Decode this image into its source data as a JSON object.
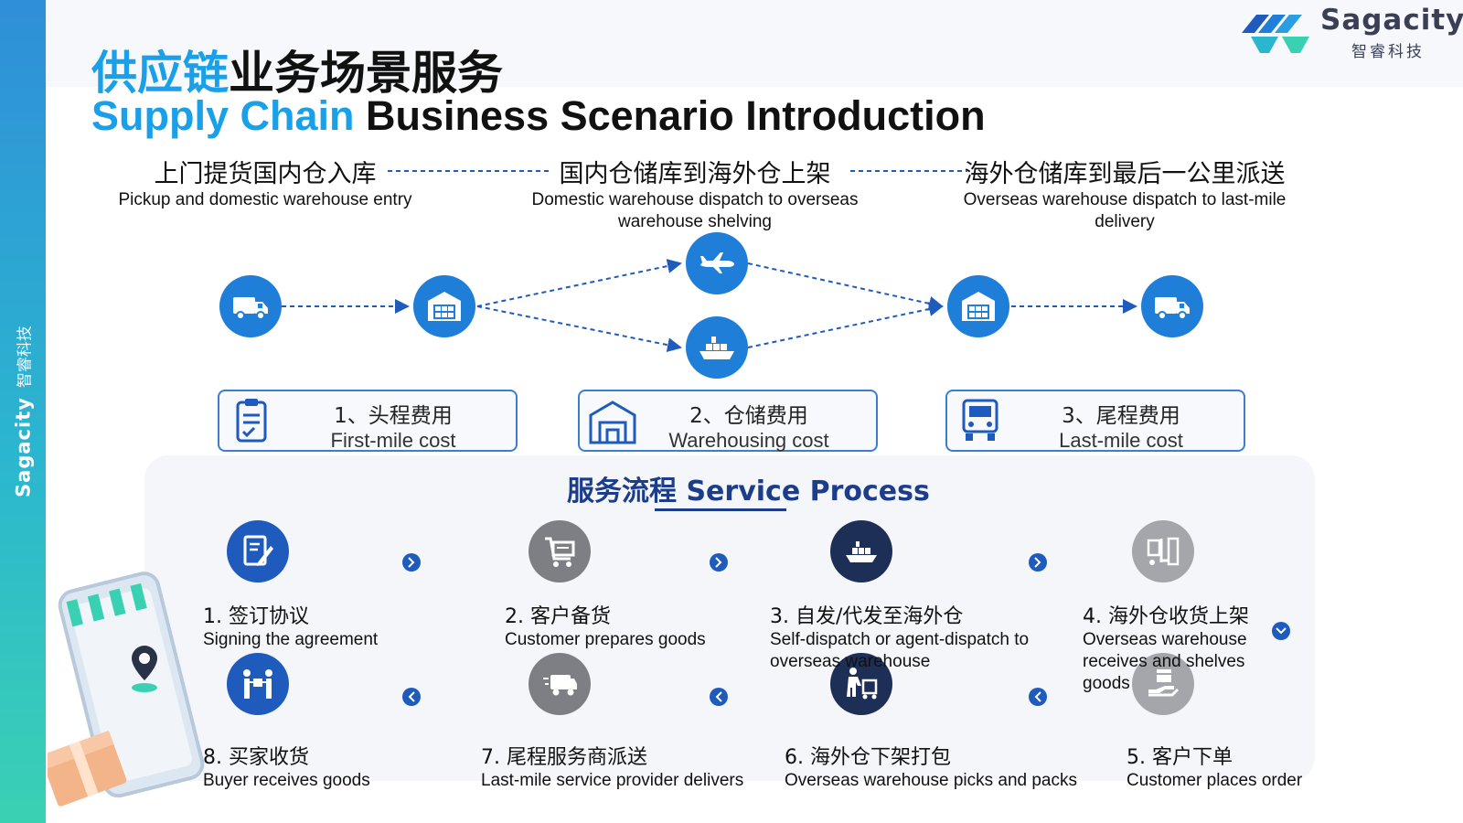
{
  "brand": {
    "logo_name": "Sagacity",
    "logo_cn": "智睿科技",
    "sidebar_en": "Sagacity",
    "sidebar_cn": "智睿科技",
    "colors": {
      "accent": "#1aa0e8",
      "node_blue": "#1f7ed8",
      "navy": "#1c3c8c",
      "sidebar_top": "#2f8fd8",
      "sidebar_bottom": "#3ad1b3"
    }
  },
  "title": {
    "cn_highlight": "供应链",
    "cn_rest": "业务场景服务",
    "en_highlight": "Supply Chain",
    "en_rest": "Business Scenario Introduction"
  },
  "stages": [
    {
      "cn": "上门提货国内仓入库",
      "en": "Pickup and domestic warehouse entry"
    },
    {
      "cn": "国内仓储库到海外仓上架",
      "en": "Domestic warehouse dispatch to overseas warehouse shelving"
    },
    {
      "cn": "海外仓储库到最后一公里派送",
      "en": "Overseas warehouse dispatch to last-mile delivery"
    }
  ],
  "flow_icons": [
    "truck-icon",
    "warehouse-icon",
    "airplane-icon",
    "ship-icon",
    "warehouse-icon",
    "truck-icon"
  ],
  "costs": [
    {
      "cn": "1、头程费用",
      "en": "First-mile cost",
      "icon": "clipboard-icon"
    },
    {
      "cn": "2、仓储费用",
      "en": "Warehousing cost",
      "icon": "storage-building-icon"
    },
    {
      "cn": "3、尾程费用",
      "en": "Last-mile cost",
      "icon": "delivery-truck-icon"
    }
  ],
  "service_process": {
    "title_cn": "服务流程",
    "title_en": "Service Process",
    "steps": [
      {
        "cn": "1. 签订协议",
        "en": "Signing the agreement",
        "icon": "sign-document-icon"
      },
      {
        "cn": "2. 客户备货",
        "en": "Customer prepares goods",
        "icon": "cart-icon"
      },
      {
        "cn": "3. 自发/代发至海外仓",
        "en": "Self-dispatch or agent-dispatch to overseas warehouse",
        "icon": "ship-icon"
      },
      {
        "cn": "4. 海外仓收货上架",
        "en": "Overseas warehouse receives and shelves goods",
        "icon": "forklift-icon"
      },
      {
        "cn": "5. 客户下单",
        "en": "Customer places order",
        "icon": "order-hand-icon"
      },
      {
        "cn": "6. 海外仓下架打包",
        "en": "Overseas warehouse picks and packs",
        "icon": "packing-worker-icon"
      },
      {
        "cn": "7. 尾程服务商派送",
        "en": "Last-mile service provider delivers",
        "icon": "delivery-van-icon"
      },
      {
        "cn": "8. 买家收货",
        "en": "Buyer receives goods",
        "icon": "handover-icon"
      }
    ]
  }
}
